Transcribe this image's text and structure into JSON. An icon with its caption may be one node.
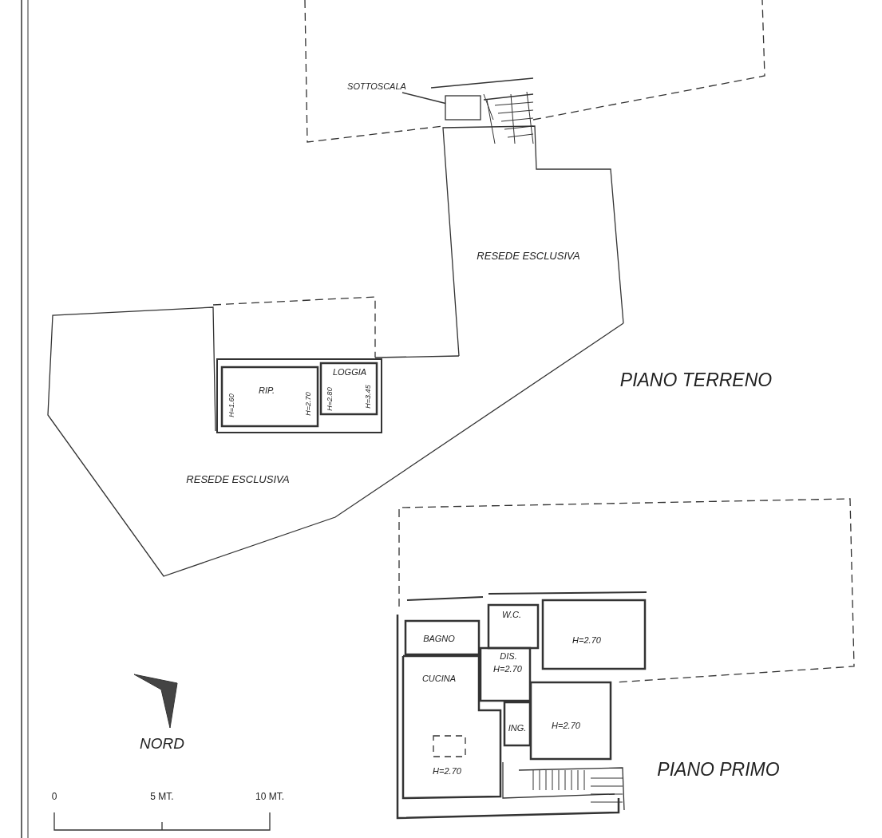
{
  "diagram": {
    "nodes": [
      {
        "text": [
          "SOTTOSCALA"
        ]
      },
      {
        "text": [],
        "shape": "box"
      },
      {
        "text": [
          "RESEDE ESCLUSIVA"
        ]
      },
      {
        "text": [
          "RESEDE ESCLUSIVA"
        ]
      },
      {
        "text": [
          "RIP.",
          "H=1.60",
          "H=2.70"
        ],
        "in": 3
      },
      {
        "text": [
          "LOGGIA",
          "H=2.80",
          "H=3.45"
        ],
        "in": 3
      },
      {
        "text": [
          "W.C."
        ]
      },
      {
        "text": [
          "H=2.70"
        ]
      },
      {
        "text": [
          "BAGNO"
        ]
      },
      {
        "text": [
          "DIS.",
          "H=2.70"
        ]
      },
      {
        "text": [
          "CUCINA",
          "H=2.70"
        ]
      },
      {
        "text": [
          "ING."
        ]
      },
      {
        "text": [
          "H=2.70"
        ]
      }
    ],
    "edges": [
      {
        "from": 0,
        "to": 1,
        "arrow": "none"
      }
    ],
    "labels": [
      "PIANO TERRENO",
      "NORD",
      "PIANO PRIMO",
      "0",
      "5 MT.",
      "10 MT."
    ]
  }
}
